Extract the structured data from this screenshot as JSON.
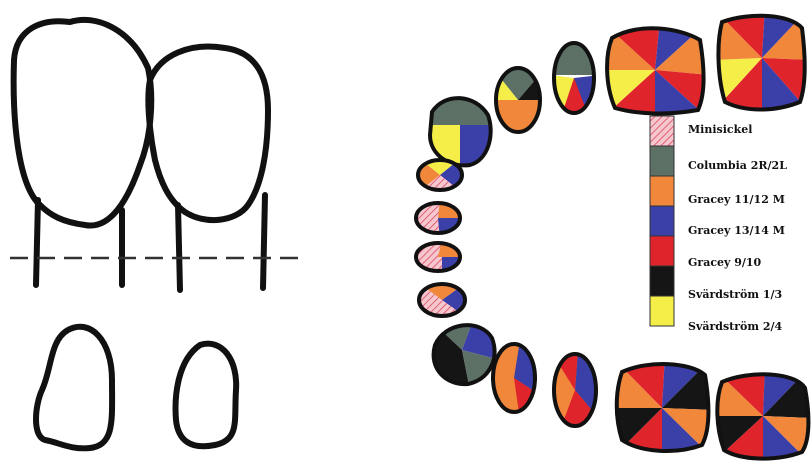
{
  "legend": [
    {
      "label": "Minisickel",
      "color": "#f2a7b4",
      "pattern": "hatch"
    },
    {
      "label": "Columbia  2R/2L",
      "color": "#5d7066"
    },
    {
      "label": "Gracey  11/12  M",
      "color": "#f0873a"
    },
    {
      "label": "Gracey  13/14  M",
      "color": "#3b3fa8"
    },
    {
      "label": "Gracey  9/10",
      "color": "#e0242c"
    },
    {
      "label": "Svärdström  1/3",
      "color": "#151515"
    },
    {
      "label": "Svärdström  2/4",
      "color": "#f5ee48"
    }
  ],
  "colors": {
    "outline": "#111111",
    "background": "#ffffff"
  }
}
